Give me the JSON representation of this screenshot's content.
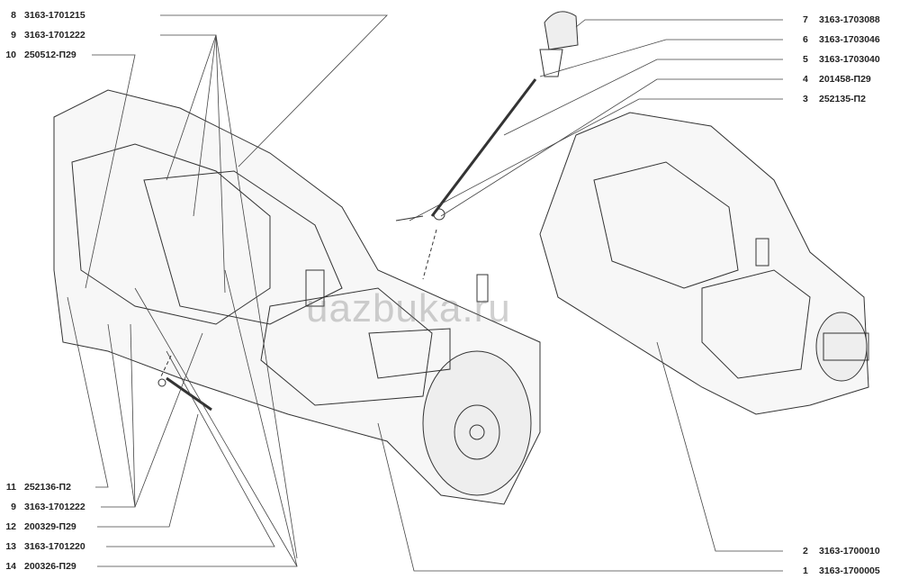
{
  "watermark": "uazbuka.ru",
  "callouts_left": [
    {
      "num": "8",
      "part": "3163-1701215"
    },
    {
      "num": "9",
      "part": "3163-1701222"
    },
    {
      "num": "10",
      "part": "250512-П29"
    },
    {
      "num": "11",
      "part": "252136-П2"
    },
    {
      "num": "9",
      "part": "3163-1701222"
    },
    {
      "num": "12",
      "part": "200329-П29"
    },
    {
      "num": "13",
      "part": "3163-1701220"
    },
    {
      "num": "14",
      "part": "200326-П29"
    }
  ],
  "callouts_right": [
    {
      "num": "7",
      "part": "3163-1703088"
    },
    {
      "num": "6",
      "part": "3163-1703046"
    },
    {
      "num": "5",
      "part": "3163-1703040"
    },
    {
      "num": "4",
      "part": "201458-П29"
    },
    {
      "num": "3",
      "part": "252135-П2"
    },
    {
      "num": "2",
      "part": "3163-1700010"
    },
    {
      "num": "1",
      "part": "3163-1700005"
    }
  ]
}
